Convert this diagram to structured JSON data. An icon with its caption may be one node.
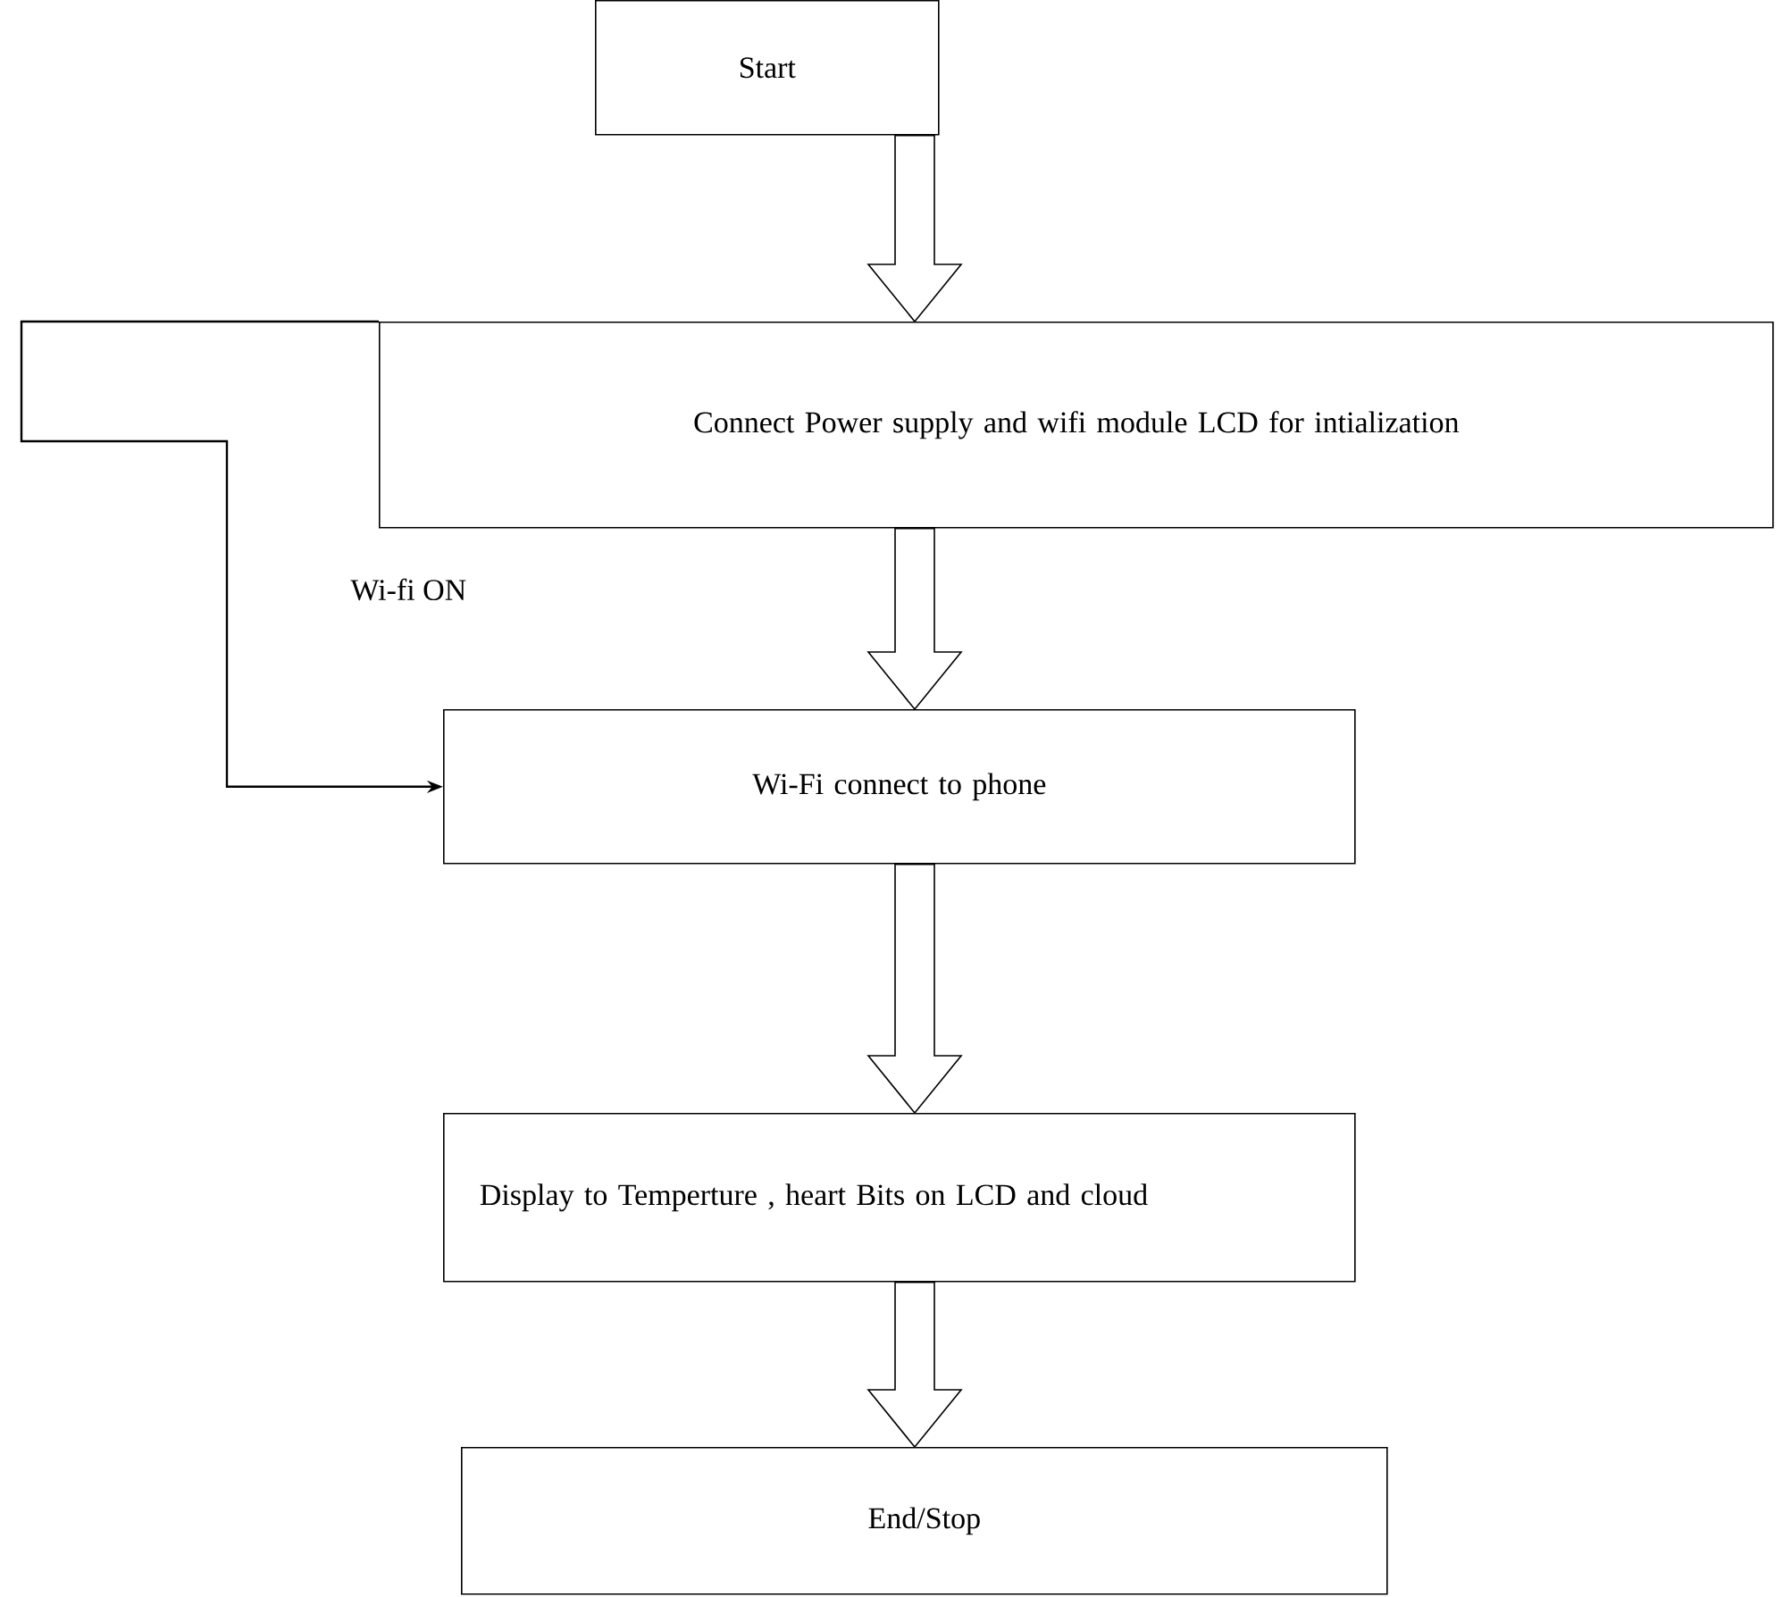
{
  "diagram": {
    "nodes": [
      {
        "text": [
          "Start"
        ]
      },
      {
        "text": [
          "Connect Power supply and wifi module LCD for intialization"
        ]
      },
      {
        "text": [
          "Wi-Fi connect to phone"
        ]
      },
      {
        "text": [
          "Display to Temperture , heart Bits on LCD and cloud"
        ]
      },
      {
        "text": [
          "End/Stop"
        ]
      }
    ],
    "edges": [
      {
        "from": 0,
        "to": 1,
        "arrow": "to"
      },
      {
        "from": 1,
        "to": 2,
        "arrow": "to"
      },
      {
        "from": 1,
        "to": 2,
        "arrow": "to",
        "label": "Wi-fi ON"
      },
      {
        "from": 2,
        "to": 3,
        "arrow": "to"
      },
      {
        "from": 3,
        "to": 4,
        "arrow": "to"
      }
    ]
  }
}
